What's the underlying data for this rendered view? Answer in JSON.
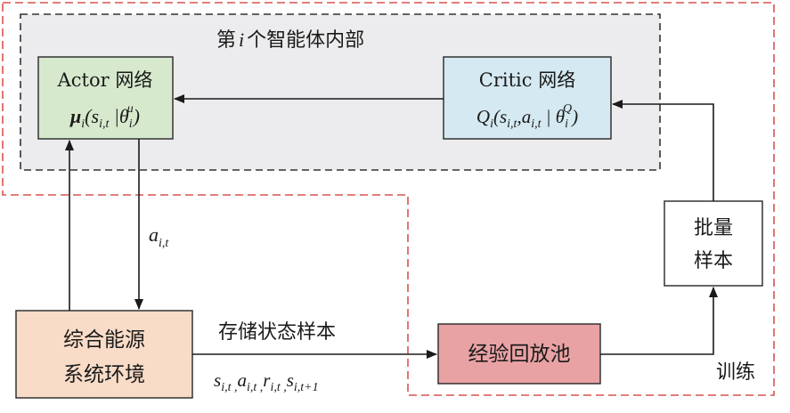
{
  "agent_region": {
    "title_prefix": "第",
    "title_var": "i",
    "title_suffix": "个智能体内部"
  },
  "training_label": "训练",
  "actor": {
    "title": "Actor 网络",
    "formula": {
      "fn": "μ",
      "sub": "i",
      "arg": "(s",
      "arg_sub": "i,t",
      "bar": " |θ",
      "param_sub": "i",
      "param_sup": "μ",
      "close": ")"
    }
  },
  "critic": {
    "title": "Critic 网络",
    "formula": {
      "fn": "Q",
      "sub": "i",
      "arg1": "(s",
      "arg1_sub": "i,t",
      "comma": ",a",
      "arg2_sub": "i,t",
      "bar": " | θ",
      "param_sub": "i",
      "param_sup": "Q",
      "close": ")"
    }
  },
  "batch_sample": {
    "line1": "批量",
    "line2": "样本"
  },
  "environment": {
    "line1": "综合能源",
    "line2": "系统环境"
  },
  "replay_pool": {
    "label": "经验回放池"
  },
  "edges": {
    "action": {
      "var": "a",
      "sub": "i,t"
    },
    "store_samples": "存储状态样本",
    "transition": [
      {
        "var": "s",
        "sub": "i,t",
        "sep": " ,"
      },
      {
        "var": "a",
        "sub": "i,t",
        "sep": " ,"
      },
      {
        "var": "r",
        "sub": "i,t",
        "sep": " ,"
      },
      {
        "var": "s",
        "sub": "i,t+1",
        "sep": ""
      }
    ]
  },
  "colors": {
    "agent_bg": "#ececee",
    "actor_fill": "#d6e9cd",
    "critic_fill": "#d4e9f1",
    "environment_fill": "#f9dcc8",
    "replay_fill": "#e9a2a4",
    "training_border": "#d9534f",
    "agent_border": "#333333"
  }
}
